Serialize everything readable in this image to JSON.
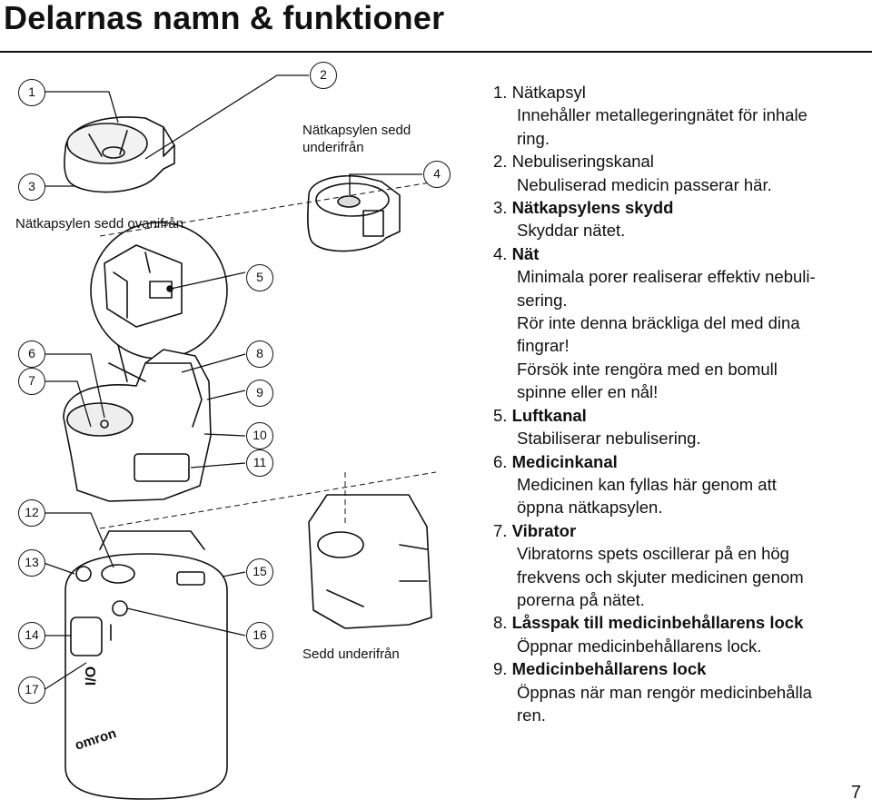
{
  "page": {
    "title": "Delarnas namn & funktioner",
    "page_number": "7"
  },
  "figure": {
    "callouts": [
      "1",
      "2",
      "3",
      "4",
      "5",
      "6",
      "7",
      "8",
      "9",
      "10",
      "11",
      "12",
      "13",
      "14",
      "15",
      "16",
      "17"
    ],
    "captions": {
      "top_view": "Nätkapsylen sedd ovanifrån",
      "bottom_view_line1": "Nätkapsylen sedd",
      "bottom_view_line2": "underifrån",
      "seen_from_below": "Sedd underifrån"
    },
    "device_labels": {
      "power_symbol": "O/I",
      "brand": "omron"
    }
  },
  "parts": [
    {
      "number": "1.",
      "name": "Nätkapsyl",
      "bold": false,
      "desc": [
        "Innehåller metallegeringnätet för inhale",
        "ring."
      ]
    },
    {
      "number": "2.",
      "name": "Nebuliseringskanal",
      "bold": false,
      "desc": [
        "Nebuliserad medicin passerar här."
      ]
    },
    {
      "number": "3.",
      "name": "Nätkapsylens skydd",
      "bold": true,
      "desc": [
        "Skyddar nätet."
      ]
    },
    {
      "number": "4.",
      "name": "Nät",
      "bold": true,
      "desc": [
        "Minimala porer realiserar effektiv nebuli-",
        "sering.",
        "Rör inte denna bräckliga del med dina",
        "fingrar!",
        "Försök inte rengöra med en bomull",
        "spinne eller en nål!"
      ]
    },
    {
      "number": "5.",
      "name": "Luftkanal",
      "bold": true,
      "desc": [
        "Stabiliserar nebulisering."
      ]
    },
    {
      "number": "6.",
      "name": "Medicinkanal",
      "bold": true,
      "desc": [
        "Medicinen kan fyllas här genom att",
        "öppna nätkapsylen."
      ]
    },
    {
      "number": "7.",
      "name": "Vibrator",
      "bold": true,
      "desc": [
        "Vibratorns spets oscillerar på en hög",
        "frekvens och skjuter medicinen genom",
        "porerna på nätet."
      ]
    },
    {
      "number": "8.",
      "name": "Låsspak till medicinbehållarens lock",
      "bold": true,
      "desc": [
        "Öppnar medicinbehållarens lock."
      ]
    },
    {
      "number": "9.",
      "name": "Medicinbehållarens lock",
      "bold": true,
      "desc": [
        "Öppnas när man rengör medicinbehålla",
        "ren."
      ]
    }
  ]
}
